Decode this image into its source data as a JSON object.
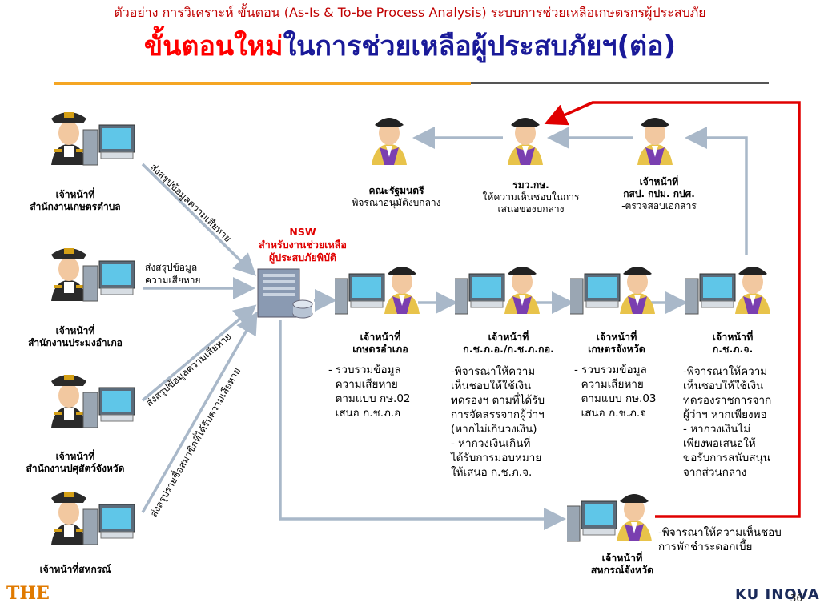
{
  "header": {
    "subtitle": "ตัวอย่าง การวิเคราะห์ ขั้นตอน (As-Is & To-be Process Analysis) ระบบการช่วยเหลือเกษตรกรผู้ประสบภัย",
    "title_red": "ขั้นตอนใหม่",
    "title_blue": "ในการช่วยเหลือผู้ประสบภัยฯ(ต่อ)"
  },
  "left_sources": [
    {
      "role": "เจ้าหน้าที่",
      "org": "สำนักงานเกษตรตำบล"
    },
    {
      "role": "เจ้าหน้าที่",
      "org": "สำนักงานประมงอำเภอ"
    },
    {
      "role": "เจ้าหน้าที่",
      "org": "สำนักงานปศุสัตว์จังหวัด"
    },
    {
      "role": "เจ้าหน้าที่สหกรณ์",
      "org": ""
    }
  ],
  "arrow_labels": {
    "a1": "ส่งสรุปข้อมูลความเสียหาย",
    "a2": "ส่งสรุปข้อมูล\nความเสียหาย",
    "a3": "ส่งสรุปข้อมูลความเสียหาย",
    "a4": "ส่งสรุปรายชื่อสมาชิกที่ได้รับความเสียหาย"
  },
  "nsw": {
    "line1": "NSW",
    "line2": "สำหรับงานช่วยเหลือ",
    "line3": "ผู้ประสบภัยพิบัติ"
  },
  "top_row": [
    {
      "title": "คณะรัฐมนตรี",
      "desc": "พิจรณาอนุมัติงบกลาง"
    },
    {
      "title": "รมว.กษ.",
      "desc": "ให้ความเห็นชอบในการ\nเสนอของบกลาง"
    },
    {
      "title": "เจ้าหน้าที่\nกสป. กปม. กปศ.",
      "desc": "-ตรวจสอบเอกสาร"
    }
  ],
  "mid_row": [
    {
      "title": "เจ้าหน้าที่\nเกษตรอำเภอ",
      "desc": "- รวบรวมข้อมูล\n  ความเสียหาย\n  ตามแบบ กษ.02\n  เสนอ ก.ช.ภ.อ"
    },
    {
      "title": "เจ้าหน้าที่\nก.ช.ภ.อ./ก.ช.ภ.กอ.",
      "desc": "-พิจารณาให้ความ\nเห็นชอบให้ใช้เงิน\nทดรองฯ ตามที่ได้รับ\nการจัดสรรจากผู้ว่าฯ\n(หากไม่เกินวงเงิน)\n- หากวงเงินเกินที่\nได้รับการมอบหมาย\nให้เสนอ ก.ช.ภ.จ."
    },
    {
      "title": "เจ้าหน้าที่\nเกษตรจังหวัด",
      "desc": "- รวบรวมข้อมูล\n  ความเสียหาย\n  ตามแบบ กษ.03\n  เสนอ ก.ช.ภ.จ"
    },
    {
      "title": "เจ้าหน้าที่\nก.ช.ภ.จ.",
      "desc": "-พิจารณาให้ความ\nเห็นชอบให้ใช้เงิน\nทดรองราชการจาก\nผู้ว่าฯ หากเพียงพอ\n- หากวงเงินไม่\nเพียงพอเสนอให้\nขอรับการสนับสนุน\nจากส่วนกลาง"
    }
  ],
  "bottom": {
    "title": "เจ้าหน้าที่\nสหกรณ์จังหวัด",
    "desc": "-พิจารณาให้ความเห็นชอบ\nการพักชำระดอกเบี้ย"
  },
  "footer": {
    "page": "36",
    "logo_left": "THE",
    "logo_right": "KU INOVA"
  },
  "colors": {
    "arrow": "#a9b8c9",
    "red_line": "#e00000",
    "title_blue": "#1a1a99",
    "title_red": "#ff0000"
  }
}
